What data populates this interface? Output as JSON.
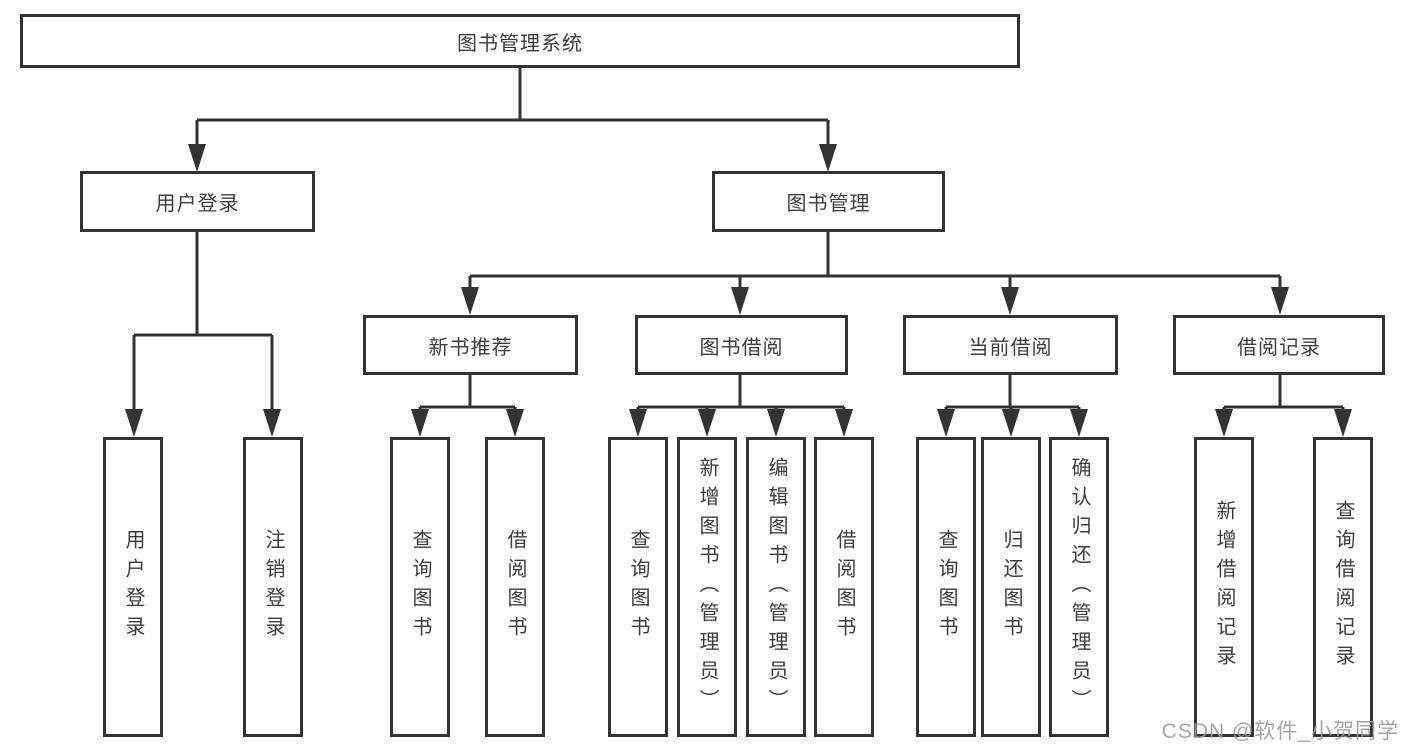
{
  "diagram_type": "hierarchy-tree",
  "tree": {
    "root": {
      "label": "图书管理系统"
    },
    "level2": [
      {
        "label": "用户登录"
      },
      {
        "label": "图书管理"
      }
    ],
    "level3": [
      {
        "label": "新书推荐"
      },
      {
        "label": "图书借阅"
      },
      {
        "label": "当前借阅"
      },
      {
        "label": "借阅记录"
      }
    ],
    "leaves": {
      "user_login": [
        {
          "label": "用户登录"
        },
        {
          "label": "注销登录"
        }
      ],
      "new_book": [
        {
          "label": "查询图书"
        },
        {
          "label": "借阅图书"
        }
      ],
      "book_borrow": [
        {
          "label": "查询图书"
        },
        {
          "label": "新增图书（管理员）"
        },
        {
          "label": "编辑图书（管理员）"
        },
        {
          "label": "借阅图书"
        }
      ],
      "current_borrow": [
        {
          "label": "查询图书"
        },
        {
          "label": "归还图书"
        },
        {
          "label": "确认归还（管理员）"
        }
      ],
      "records": [
        {
          "label": "新增借阅记录"
        },
        {
          "label": "查询借阅记录"
        }
      ]
    }
  },
  "watermark": "CSDN @软件_小贺同学",
  "colors": {
    "line": "#333333",
    "text": "#3d3d3d",
    "watermark": "#9c9c9c",
    "bg": "#ffffff"
  }
}
